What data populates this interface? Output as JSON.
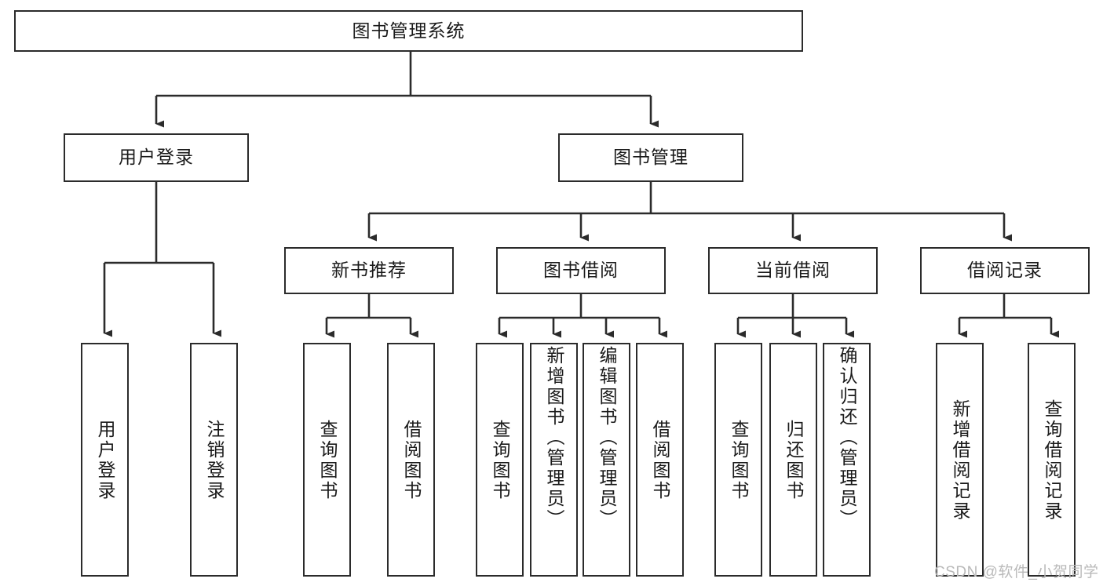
{
  "diagram": {
    "type": "tree-hierarchy-chart",
    "title": "图书管理系统",
    "watermark": "CSDN @软件_小贺同学",
    "colors": {
      "stroke": "#2b2b2b",
      "fill": "#ffffff",
      "text": "#1a1a1a",
      "watermark": "#b9b9b9"
    },
    "nodes": {
      "root": {
        "label": "图书管理系统",
        "level": 0,
        "orientation": "horizontal"
      },
      "l1": [
        {
          "id": "user-login",
          "label": "用户登录",
          "orientation": "horizontal"
        },
        {
          "id": "book-management",
          "label": "图书管理",
          "orientation": "horizontal"
        }
      ],
      "l2": [
        {
          "id": "new-book-recommend",
          "label": "新书推荐",
          "orientation": "horizontal",
          "parent": "book-management"
        },
        {
          "id": "book-borrow",
          "label": "图书借阅",
          "orientation": "horizontal",
          "parent": "book-management"
        },
        {
          "id": "current-borrow",
          "label": "当前借阅",
          "orientation": "horizontal",
          "parent": "book-management"
        },
        {
          "id": "borrow-record",
          "label": "借阅记录",
          "orientation": "horizontal",
          "parent": "book-management"
        }
      ],
      "leaves": [
        {
          "id": "leaf-user-login",
          "label": "用户登录",
          "orientation": "vertical",
          "parent": "user-login"
        },
        {
          "id": "leaf-logout",
          "label": "注销登录",
          "orientation": "vertical",
          "parent": "user-login"
        },
        {
          "id": "leaf-query-book-1",
          "label": "查询图书",
          "orientation": "vertical",
          "parent": "new-book-recommend"
        },
        {
          "id": "leaf-borrow-book-1",
          "label": "借阅图书",
          "orientation": "vertical",
          "parent": "new-book-recommend"
        },
        {
          "id": "leaf-query-book-2",
          "label": "查询图书",
          "orientation": "vertical",
          "parent": "book-borrow"
        },
        {
          "id": "leaf-add-book",
          "label": "新增图书（管理员）",
          "orientation": "vertical",
          "parent": "book-borrow"
        },
        {
          "id": "leaf-edit-book",
          "label": "编辑图书（管理员）",
          "orientation": "vertical",
          "parent": "book-borrow"
        },
        {
          "id": "leaf-borrow-book-2",
          "label": "借阅图书",
          "orientation": "vertical",
          "parent": "book-borrow"
        },
        {
          "id": "leaf-query-book-3",
          "label": "查询图书",
          "orientation": "vertical",
          "parent": "current-borrow"
        },
        {
          "id": "leaf-return-book",
          "label": "归还图书",
          "orientation": "vertical",
          "parent": "current-borrow"
        },
        {
          "id": "leaf-confirm-return",
          "label": "确认归还（管理员）",
          "orientation": "vertical",
          "parent": "current-borrow"
        },
        {
          "id": "leaf-add-record",
          "label": "新增借阅记录",
          "orientation": "vertical",
          "parent": "borrow-record"
        },
        {
          "id": "leaf-query-record",
          "label": "查询借阅记录",
          "orientation": "vertical",
          "parent": "borrow-record"
        }
      ]
    }
  }
}
